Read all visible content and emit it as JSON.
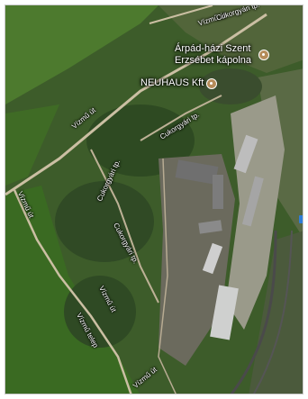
{
  "map": {
    "type": "satellite",
    "poi": [
      {
        "name": "Árpád-házi Szent Erzsébet kápolna",
        "line1": "Árpád-házi Szent",
        "line2": "Erzsébet kápolna",
        "icon": "chapel-pin-icon"
      },
      {
        "name": "NEUHAUS Kft",
        "icon": "business-pin-icon"
      }
    ],
    "streets": {
      "vizmu_ut_top": "Vízmű út",
      "cukorgyari_top": "Cukorgyári tp.",
      "vizmu_ut_mid": "Vízmű út",
      "cukorgyari_mid": "Cukorgyári tp.",
      "vizmu_ut_left": "Vízmű út",
      "cukorgyari_left": "Cukorgyári tp.",
      "cukorgyari_left2": "Cukorgyári tp.",
      "vizmu_ut_lower": "Vízmű út",
      "vizmu_telep": "Vízmű telep",
      "vizmu_ut_bottom": "Vízmű út"
    }
  }
}
